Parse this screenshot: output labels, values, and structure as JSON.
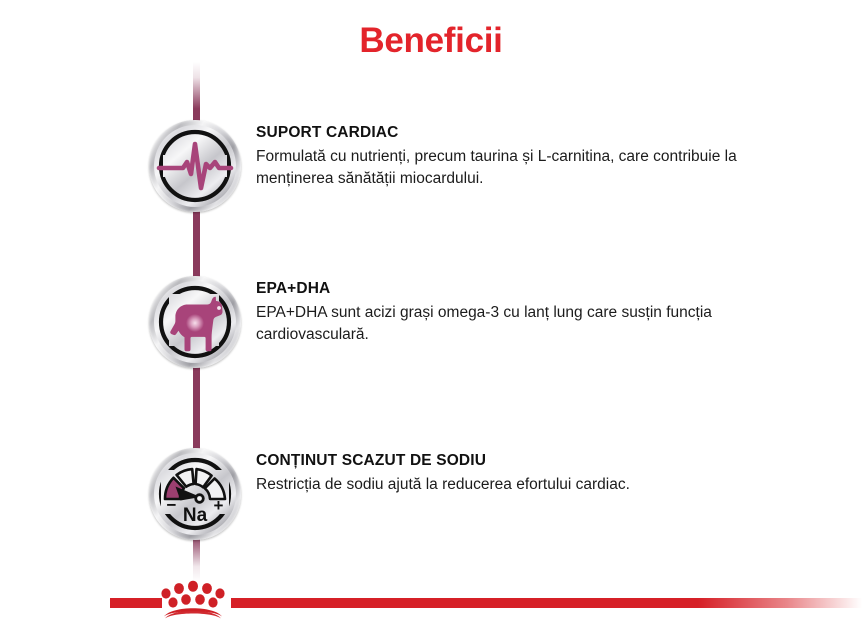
{
  "page": {
    "title": "Beneficii",
    "title_color": "#e3242b",
    "background_color": "#ffffff"
  },
  "theme": {
    "accent_red": "#d62027",
    "connector_purple": "#8a3a5c",
    "icon_magenta": "#a8447a",
    "icon_ring_black": "#111111",
    "disc_silver": "#cfcfd4"
  },
  "benefits": [
    {
      "icon": "ecg-heartbeat-icon",
      "heading": "SUPORT CARDIAC",
      "body": "Formulată cu nutrienți, precum taurina și L-carnitina, care contribuie la menținerea sănătății miocardului."
    },
    {
      "icon": "dog-heart-icon",
      "heading": "EPA+DHA",
      "body": "EPA+DHA sunt acizi grași omega-3 cu lanț lung care susțin funcția cardiovasculară."
    },
    {
      "icon": "sodium-gauge-icon",
      "heading": "CONȚINUT SCAZUT DE SODIU",
      "body": "Restricția de sodiu ajută la reducerea efortului cardiac.",
      "gauge_label": "Na",
      "gauge_minus": "−",
      "gauge_plus": "+"
    }
  ],
  "footer": {
    "logo": "royal-canin-crown-logo"
  }
}
